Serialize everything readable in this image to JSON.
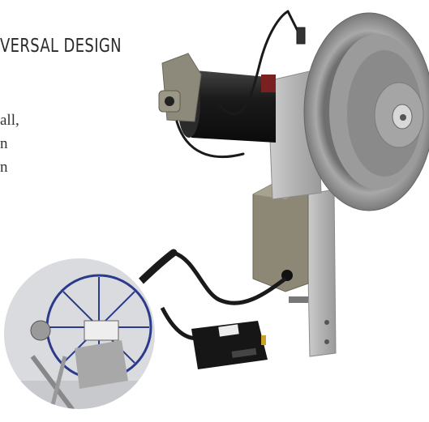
{
  "heading": "VERSAL DESIGN",
  "body_lines": [
    "all,",
    "n",
    "n"
  ],
  "colors": {
    "text": "#2b2b2b",
    "wheel": "#8f8f8f",
    "motor": "#1d1d1d",
    "bracket": "#b8b8b8",
    "inset_ring": "#2c3a8c"
  },
  "icons": [
    "motor-illustration",
    "wheel-illustration",
    "power-cord-illustration",
    "inset-photo"
  ]
}
